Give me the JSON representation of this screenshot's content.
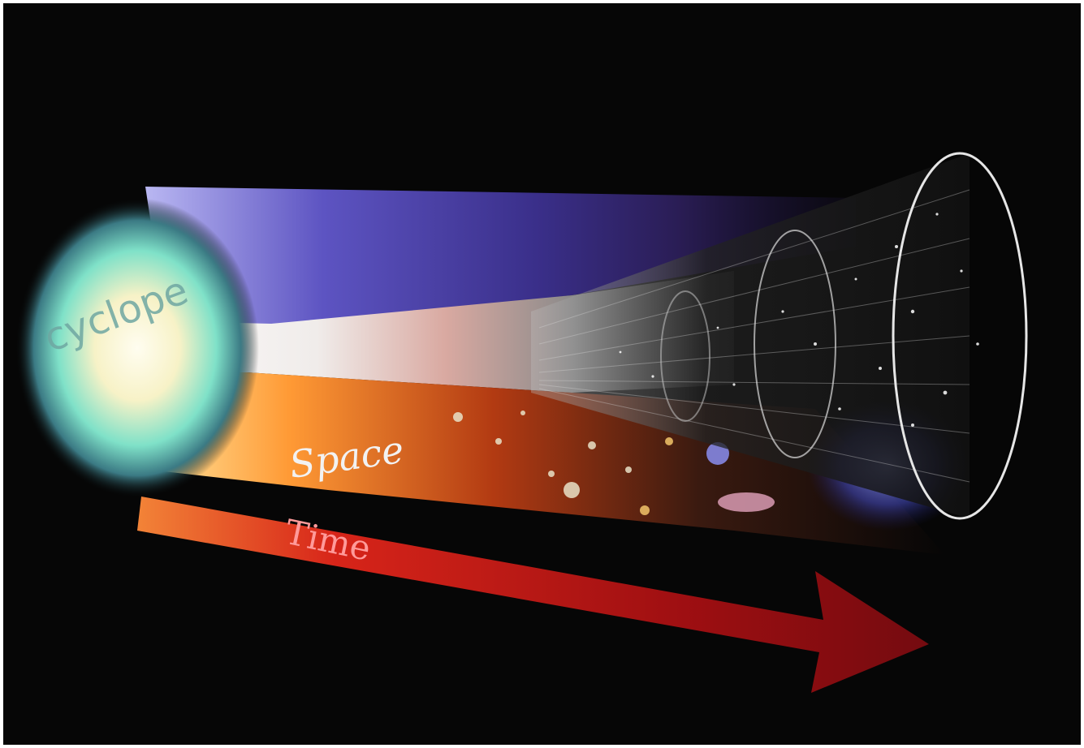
{
  "image": {
    "labels": {
      "space": "Space",
      "time": "Time",
      "watermark": "cyclope"
    },
    "colors": {
      "background": "#060606",
      "frame": "#ffffff",
      "purple_band": "#4a3f9b",
      "orange_glow": "#ff7a2a",
      "red_arrow": "#c81414",
      "cone_outline": "#e6e6e6",
      "bright_core": "#fffbea"
    },
    "icons": [
      "time-arrow-icon",
      "universe-cone-icon",
      "big-bang-glow-icon"
    ]
  }
}
